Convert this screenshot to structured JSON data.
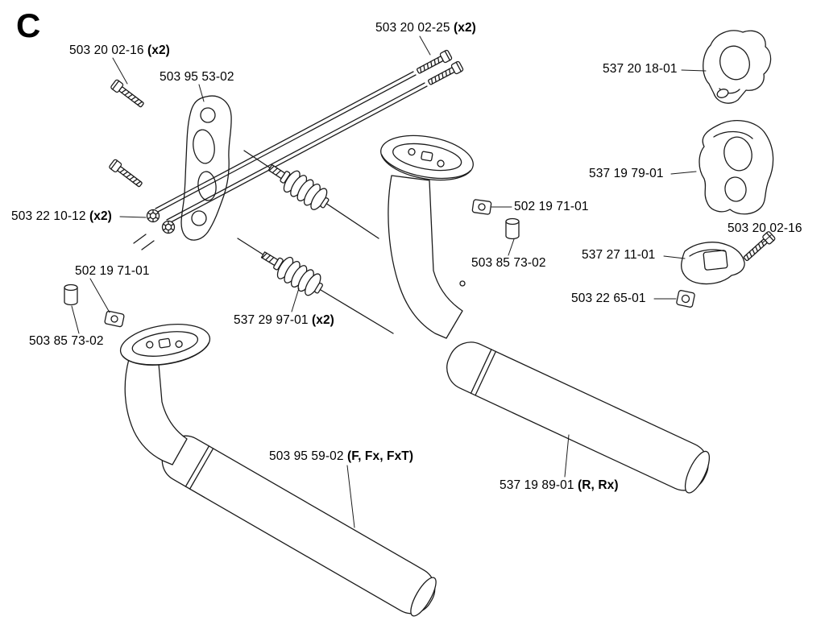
{
  "section": {
    "letter": "C"
  },
  "style": {
    "line_color": "#1b1b1b",
    "background": "#ffffff",
    "text_color": "#000000"
  },
  "parts": [
    {
      "num": "503 20 02-16",
      "qty": "(x2)"
    },
    {
      "num": "503 95 53-02",
      "qty": ""
    },
    {
      "num": "503 20 02-25",
      "qty": "(x2)"
    },
    {
      "num": "537 20 18-01",
      "qty": ""
    },
    {
      "num": "537 19 79-01",
      "qty": ""
    },
    {
      "num": "503 20 02-16",
      "qty": ""
    },
    {
      "num": "537 27 11-01",
      "qty": ""
    },
    {
      "num": "503 22 65-01",
      "qty": ""
    },
    {
      "num": "503 22 10-12",
      "qty": "(x2)"
    },
    {
      "num": "502 19 71-01",
      "qty": ""
    },
    {
      "num": "503 85 73-02",
      "qty": ""
    },
    {
      "num": "502 19 71-01",
      "qty": ""
    },
    {
      "num": "503 85 73-02",
      "qty": ""
    },
    {
      "num": "537 29 97-01",
      "qty": "(x2)"
    },
    {
      "num": "503 95 59-02",
      "qty": "(F, Fx, FxT)"
    },
    {
      "num": "537 19 89-01",
      "qty": "(R, Rx)"
    }
  ]
}
